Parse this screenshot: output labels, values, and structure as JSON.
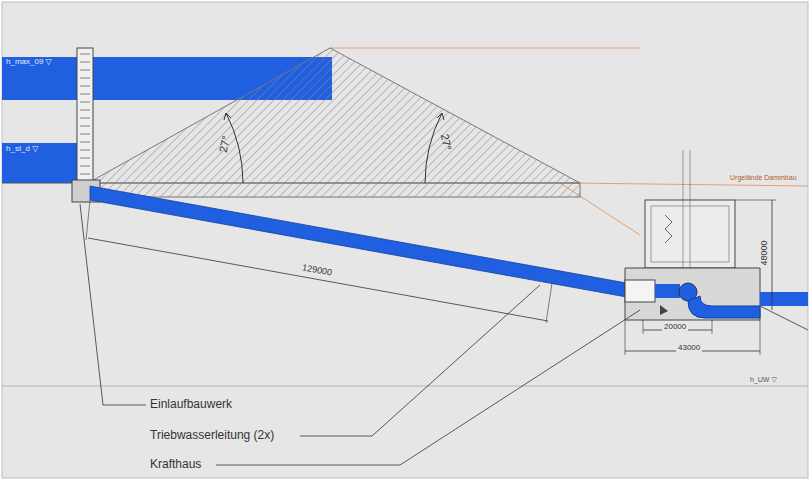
{
  "diagram": {
    "labels": [
      "h_max_09 ▽",
      "h_st_d ▽",
      "27°",
      "27°",
      "129000",
      "48000",
      "20000",
      "43000",
      "Einlaufbauwerk",
      "Triebwasserleitung (2x)",
      "Krafthaus",
      "Urgelände Dammbau",
      "h_UW ▽"
    ]
  }
}
